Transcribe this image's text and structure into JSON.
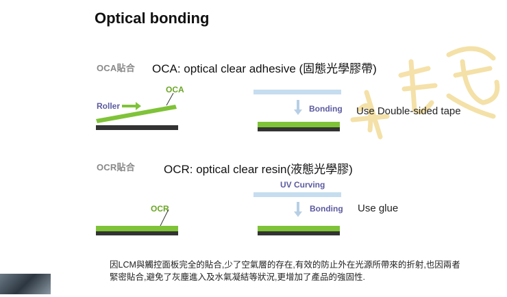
{
  "title": "Optical bonding",
  "oca": {
    "tag": "OCA貼合",
    "heading": "OCA: optical clear adhesive (固態光學膠帶)",
    "roller_label": "Roller",
    "layer_label": "OCA",
    "bonding_label": "Bonding",
    "use_text": "Use Double-sided tape"
  },
  "ocr": {
    "tag": "OCR貼合",
    "heading": "OCR: optical clear resin(液態光學膠)",
    "layer_label": "OCR",
    "uv_label": "UV Curving",
    "bonding_label": "Bonding",
    "use_text": "Use glue"
  },
  "note": {
    "line1": "因LCM與觸控面板完全的貼合,少了空氣層的存在,有效的防止外在光源所帶來的折射,也因兩者",
    "line2": "緊密貼合,避免了灰塵進入及水氣凝結等狀況,更增加了產品的強固性."
  },
  "colors": {
    "green": "#7fc338",
    "black": "#333333",
    "blue_panel": "#c5ddef",
    "arrow_blue": "#b7cfe6",
    "label_purple": "#5b5aa0"
  },
  "icons": {
    "watermark": "calligraphy-watermark",
    "arrow": "down-arrow-icon",
    "thumbnail": "video-thumbnail"
  }
}
